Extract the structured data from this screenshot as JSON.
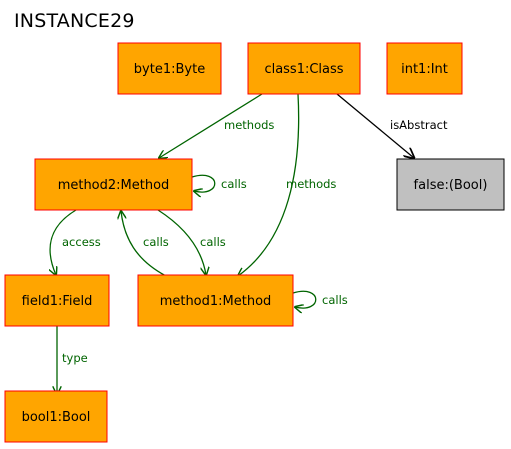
{
  "title": "INSTANCE29",
  "colors": {
    "node_fill": "#ffa500",
    "node_border": "#ff0000",
    "literal_fill": "#c0c0c0",
    "literal_border": "#000000",
    "edge_green": "#006400",
    "edge_black": "#000000"
  },
  "nodes": {
    "byte1": "byte1:Byte",
    "class1": "class1:Class",
    "int1": "int1:Int",
    "method2": "method2:Method",
    "false_lit": "false:(Bool)",
    "field1": "field1:Field",
    "method1": "method1:Method",
    "bool1": "bool1:Bool"
  },
  "edges": {
    "class1_method2": "methods",
    "class1_false": "isAbstract",
    "class1_method1": "methods",
    "method2_self": "calls",
    "method2_field1": "access",
    "method1_method2": "calls",
    "method2_method1": "calls",
    "method1_self": "calls",
    "field1_bool1": "type"
  }
}
